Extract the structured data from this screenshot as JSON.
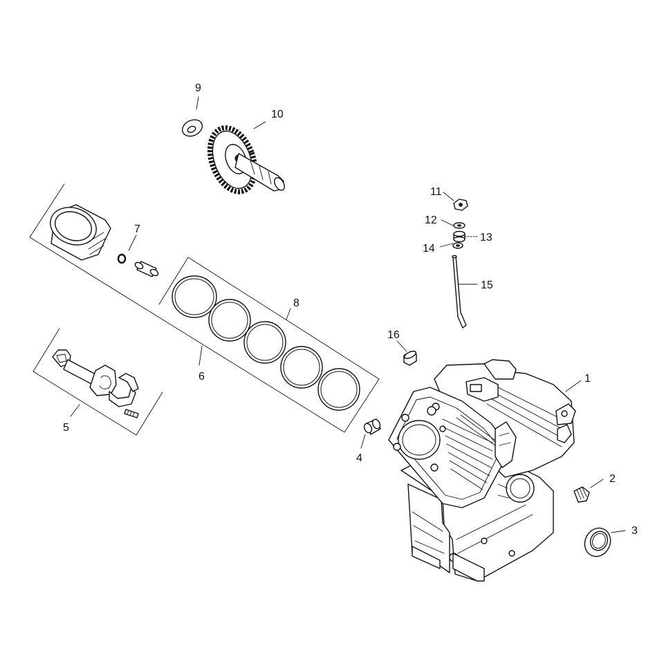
{
  "diagram": {
    "parts": [
      {
        "no": "1",
        "name": "crankcase",
        "icon": "crankcase-icon"
      },
      {
        "no": "2",
        "name": "plug",
        "icon": "plug-icon"
      },
      {
        "no": "3",
        "name": "oil-seal",
        "icon": "oil-seal-icon"
      },
      {
        "no": "4",
        "name": "dowel-pin",
        "icon": "dowel-icon"
      },
      {
        "no": "5",
        "name": "connecting-rod-assembly",
        "icon": "connecting-rod-icon"
      },
      {
        "no": "6",
        "name": "piston-kit",
        "icon": "piston-icon"
      },
      {
        "no": "7",
        "name": "snap-ring",
        "icon": "snap-ring-icon"
      },
      {
        "no": "8",
        "name": "piston-ring-set",
        "icon": "piston-rings-icon"
      },
      {
        "no": "9",
        "name": "washer",
        "icon": "washer-icon"
      },
      {
        "no": "10",
        "name": "camshaft",
        "icon": "camshaft-gear-icon"
      },
      {
        "no": "11",
        "name": "nut",
        "icon": "nut-icon"
      },
      {
        "no": "12",
        "name": "washer",
        "icon": "washer-icon"
      },
      {
        "no": "13",
        "name": "grommet",
        "icon": "grommet-icon"
      },
      {
        "no": "14",
        "name": "washer",
        "icon": "washer-icon"
      },
      {
        "no": "15",
        "name": "breather-tube",
        "icon": "tube-icon"
      },
      {
        "no": "16",
        "name": "bushing",
        "icon": "bushing-icon"
      }
    ],
    "colors": {
      "line": "#111111",
      "background": "#ffffff"
    }
  }
}
